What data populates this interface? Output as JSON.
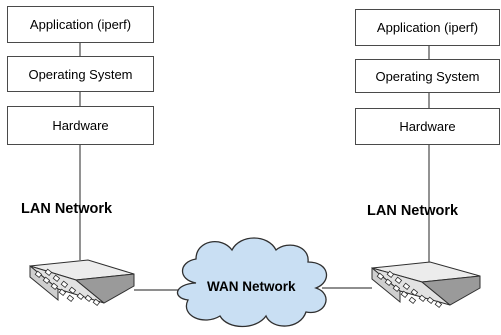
{
  "left_host": {
    "application": "Application (iperf)",
    "os": "Operating System",
    "hardware": "Hardware"
  },
  "right_host": {
    "application": "Application (iperf)",
    "os": "Operating System",
    "hardware": "Hardware"
  },
  "left_lan_label": "LAN Network",
  "right_lan_label": "LAN Network",
  "wan_label": "WAN Network",
  "colors": {
    "cloud_fill": "#c9dff3",
    "cloud_stroke": "#2f2f2f",
    "switch_body": "#d9d9d9",
    "switch_side": "#9a9a9a",
    "line": "#4a4a4a"
  }
}
